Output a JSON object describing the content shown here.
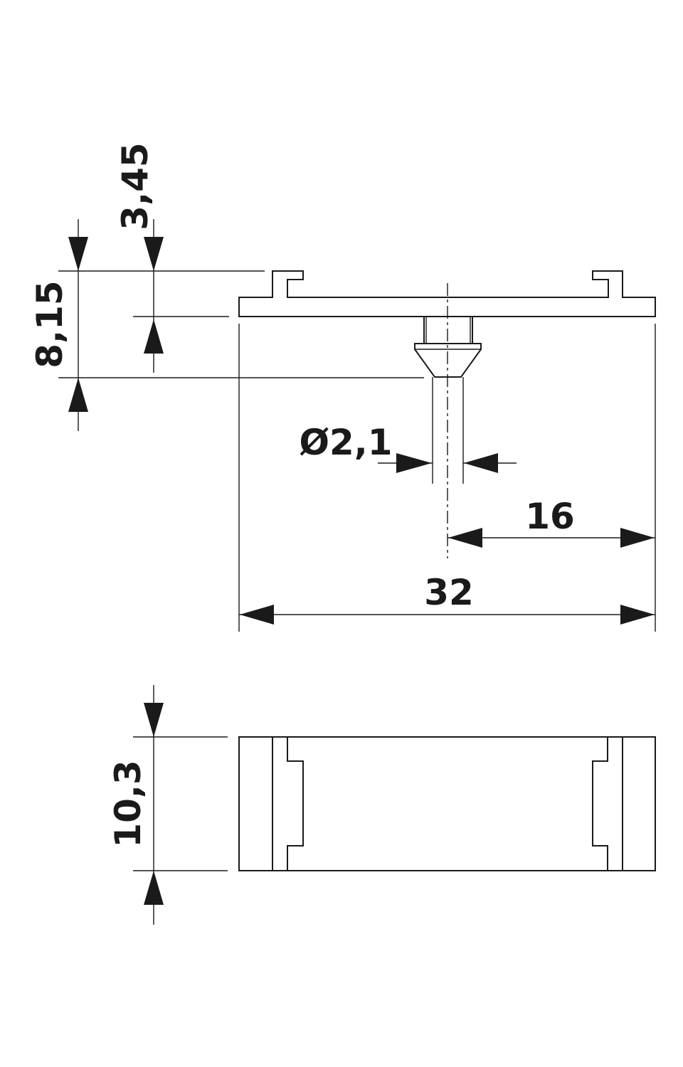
{
  "dimensions": {
    "height_total": "8,15",
    "height_upper": "3,45",
    "diameter": "Ø2,1",
    "half_width": "16",
    "width": "32",
    "side_height": "10,3"
  }
}
